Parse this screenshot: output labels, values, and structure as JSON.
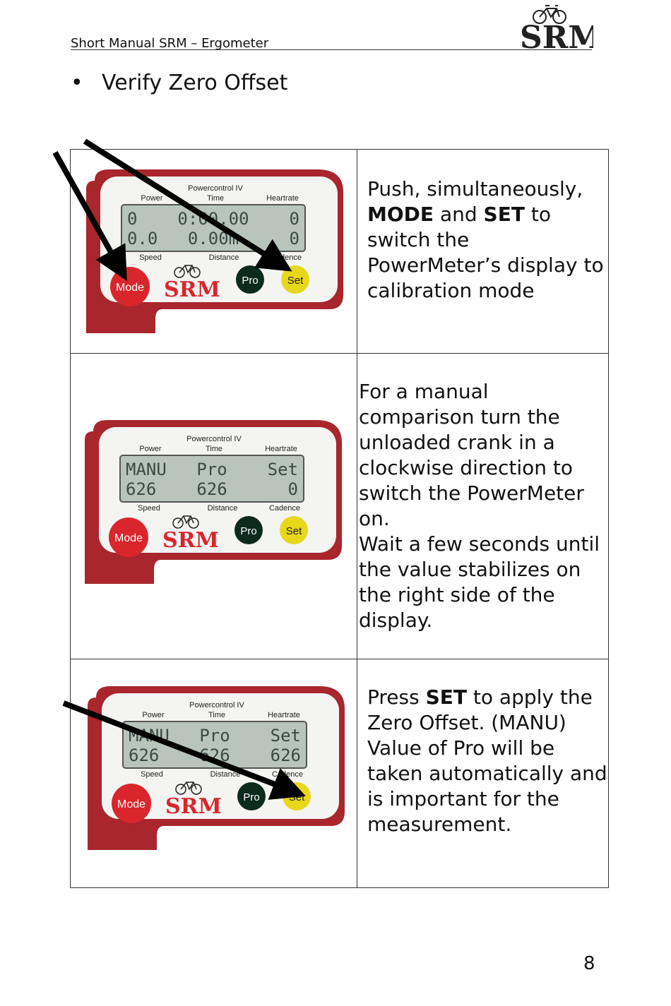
{
  "header": {
    "title": "Short Manual SRM – Ergometer",
    "logo_text": "SRM"
  },
  "bullet": {
    "symbol": "•",
    "text": "Verify Zero Offset"
  },
  "device": {
    "model": "Powercontrol IV",
    "labels": {
      "power": "Power",
      "time": "Time",
      "heartrate": "Heartrate",
      "speed": "Speed",
      "distance": "Distance",
      "cadence": "Cadence"
    },
    "buttons": {
      "mode": "Mode",
      "pro": "Pro",
      "set": "Set"
    },
    "brand": "SRM",
    "colors": {
      "case": "#a8262c",
      "mode_button": "#d8262c",
      "set_button": "#e8d81c",
      "pro_button": "#0d2a1f",
      "lcd": "#b9c4bd"
    }
  },
  "steps": [
    {
      "display": {
        "line1": [
          "0",
          "0:00.00",
          "0"
        ],
        "line2": [
          "0.0",
          "0.00m",
          "0"
        ]
      },
      "instruction": {
        "pre": "Push, simultaneously,",
        "bold1": "MODE",
        "mid": " and ",
        "bold2": "SET",
        "post": " to switch the PowerMeter’s display to calibration mode"
      }
    },
    {
      "display": {
        "line1": [
          "MANU",
          "Pro",
          "Set"
        ],
        "line2": [
          "626",
          "626",
          "0"
        ]
      },
      "instruction": {
        "text1": "For a manual comparison turn the unloaded crank in a clockwise direction to switch the PowerMeter on.",
        "text2": "Wait a few seconds until the value stabilizes on the right side of the display."
      }
    },
    {
      "display": {
        "line1": [
          "MANU",
          "Pro",
          "Set"
        ],
        "line2": [
          "626",
          "626",
          "626"
        ]
      },
      "instruction": {
        "pre": "Press ",
        "bold1": "SET",
        "post": " to apply the Zero Offset. (MANU) Value of Pro will be taken automatically and is important for the measurement."
      }
    }
  ],
  "page_number": "8"
}
